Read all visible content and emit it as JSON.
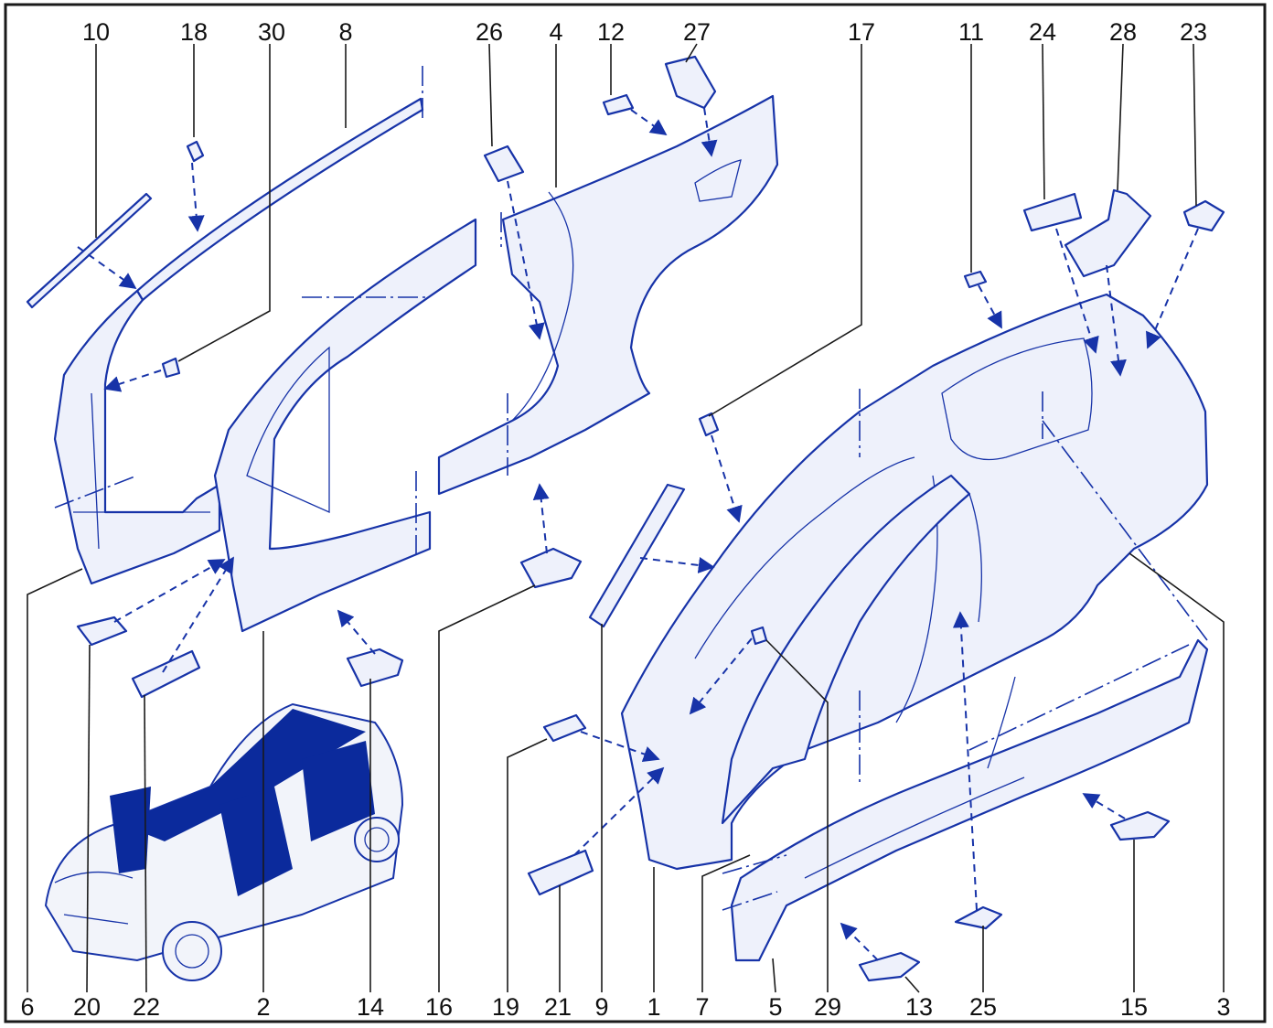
{
  "diagram": {
    "colors": {
      "line": "#1733a8",
      "highlight": "#0b2a9c",
      "frame": "#1a1a1a",
      "background": "#ffffff"
    },
    "callouts_top": [
      "10",
      "18",
      "30",
      "8",
      "26",
      "4",
      "12",
      "27",
      "17",
      "11",
      "24",
      "28",
      "23"
    ],
    "callouts_bottom": [
      "6",
      "20",
      "22",
      "2",
      "14",
      "16",
      "19",
      "21",
      "9",
      "1",
      "7",
      "5",
      "29",
      "13",
      "25",
      "15",
      "3"
    ]
  }
}
